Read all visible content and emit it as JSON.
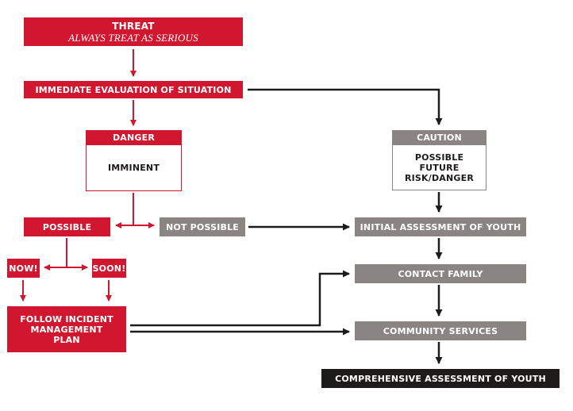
{
  "colors": {
    "red": "#d0172f",
    "grey": "#8a8582",
    "black": "#1e1b1b",
    "arrow_red": "#d0172f",
    "arrow_dark": "#1e1b1b"
  },
  "nodes": {
    "threat": {
      "title": "THREAT",
      "subtitle": "ALWAYS TREAT AS SERIOUS"
    },
    "immediate_evaluation": {
      "label": "IMMEDIATE EVALUATION OF SITUATION"
    },
    "danger": {
      "header": "DANGER",
      "body": "IMMINENT"
    },
    "caution": {
      "header": "CAUTION",
      "body": "POSSIBLE FUTURE RISK/DANGER"
    },
    "possible": {
      "label": "POSSIBLE"
    },
    "not_possible": {
      "label": "NOT POSSIBLE"
    },
    "now": {
      "label": "NOW!"
    },
    "soon": {
      "label": "SOON!"
    },
    "follow_plan": {
      "label": "FOLLOW INCIDENT MANAGEMENT PLAN"
    },
    "initial_assessment": {
      "label": "INITIAL ASSESSMENT OF YOUTH"
    },
    "contact_family": {
      "label": "CONTACT FAMILY"
    },
    "community_services": {
      "label": "COMMUNITY SERVICES"
    },
    "comprehensive_assessment": {
      "label": "COMPREHENSIVE ASSESSMENT OF YOUTH"
    }
  }
}
